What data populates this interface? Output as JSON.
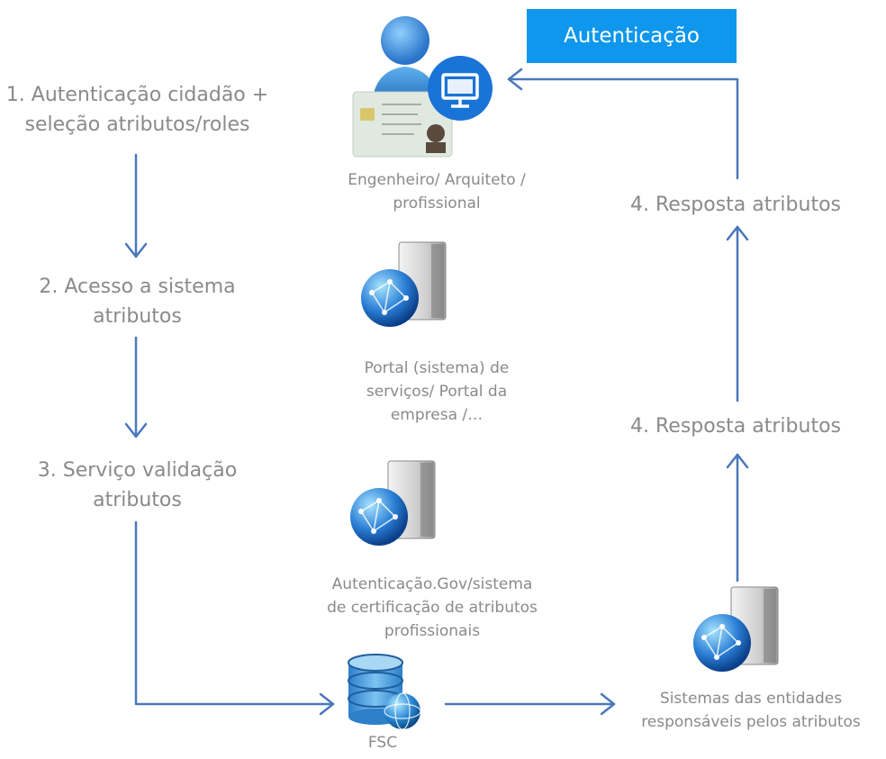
{
  "auth_button": {
    "label": "Autenticação"
  },
  "steps": {
    "s1": [
      "1. Autenticação cidadão +",
      "seleção atributos/roles"
    ],
    "s2": [
      "2. Acesso a sistema",
      "atributos"
    ],
    "s3": [
      "3. Serviço validação",
      "atributos"
    ],
    "r_top": "4. Resposta atributos",
    "r_mid": "4. Resposta atributos"
  },
  "nodes": {
    "user": [
      "Engenheiro/ Arquiteto /",
      "profissional"
    ],
    "portal": [
      "Portal  (sistema) de",
      "serviços/ Portal da",
      "empresa /…"
    ],
    "autgov": [
      "Autenticação.Gov/sistema",
      "de certificação de atributos",
      "profissionais"
    ],
    "entities": [
      "Sistemas das entidades",
      "responsáveis pelos atributos"
    ],
    "fsc": "FSC"
  },
  "colors": {
    "arrow": "#4a78bb",
    "accent": "#0e97ec",
    "text": "#8a8a8a"
  }
}
